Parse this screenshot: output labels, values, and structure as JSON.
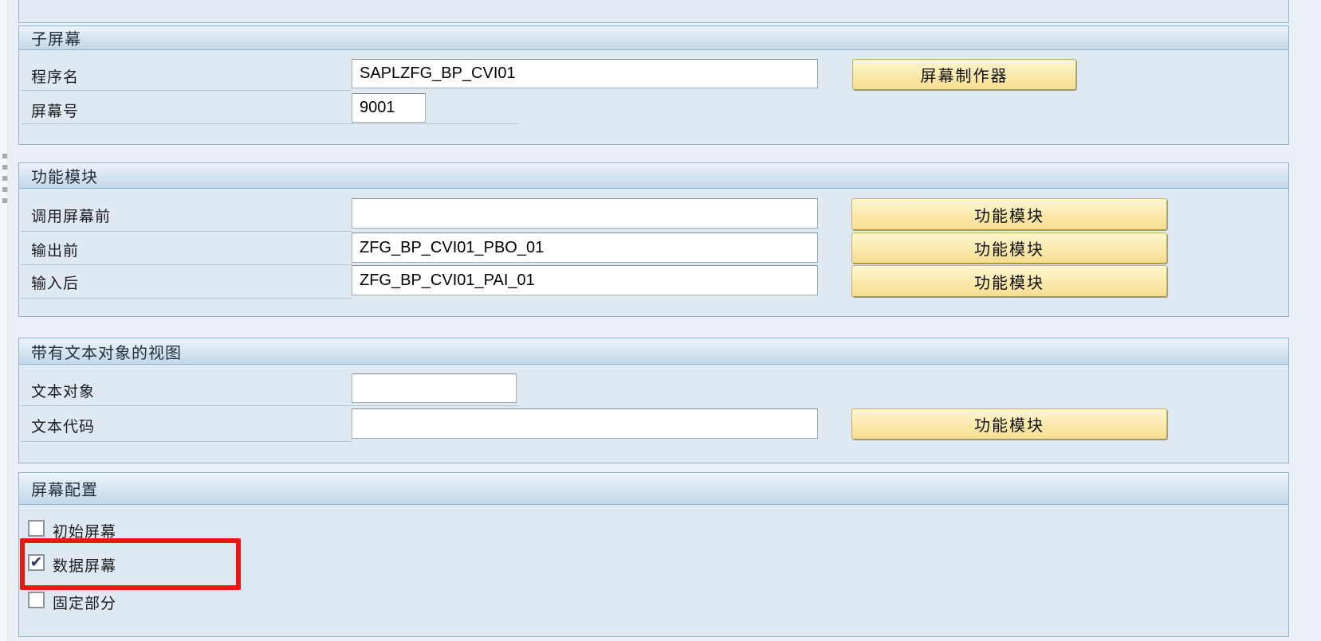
{
  "glyphs": {
    "check": "✔"
  },
  "colors": {
    "page_background": "#e9eff5",
    "section_body": "#dfe9f2",
    "header_gradient_bottom": "#c3d8ea",
    "button_yellow": "#f6dd92",
    "annotation_red": "#e61a10",
    "checkmark_navy": "#2b3a5e"
  },
  "sections": [
    {
      "id": "subscreen",
      "title": "子屏幕",
      "rows": [
        {
          "label": "程序名",
          "value": "SAPLZFG_BP_CVI01",
          "button": "屏幕制作器"
        },
        {
          "label": "屏幕号",
          "value": "9001"
        }
      ]
    },
    {
      "id": "function-modules",
      "title": "功能模块",
      "rows": [
        {
          "label": "调用屏幕前",
          "value": "",
          "button": "功能模块"
        },
        {
          "label": "输出前",
          "value": "ZFG_BP_CVI01_PBO_01",
          "button": "功能模块"
        },
        {
          "label": "输入后",
          "value": "ZFG_BP_CVI01_PAI_01",
          "button": "功能模块"
        }
      ]
    },
    {
      "id": "text-object-view",
      "title": "带有文本对象的视图",
      "rows": [
        {
          "label": "文本对象",
          "value": ""
        },
        {
          "label": "文本代码",
          "value": "",
          "button": "功能模块"
        }
      ]
    },
    {
      "id": "screen-configuration",
      "title": "屏幕配置",
      "checkboxes": [
        {
          "label": "初始屏幕",
          "checked": false
        },
        {
          "label": "数据屏幕",
          "checked": true,
          "highlighted": true
        },
        {
          "label": "固定部分",
          "checked": false
        }
      ]
    }
  ],
  "annotation": {
    "type": "highlight-box",
    "target": "数据屏幕"
  }
}
